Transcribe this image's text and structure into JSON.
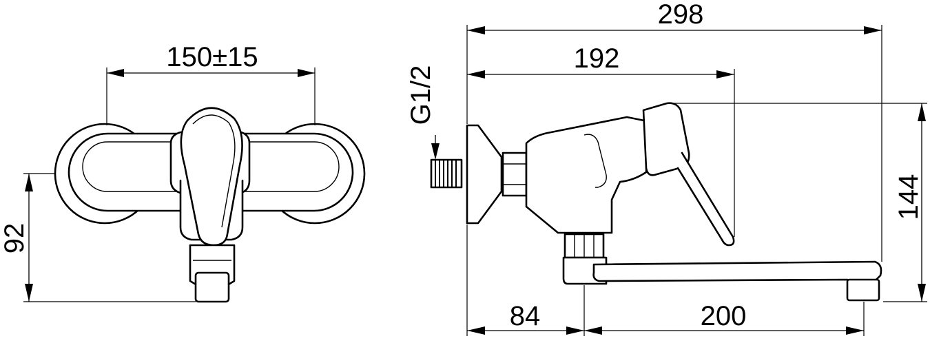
{
  "dimensions": {
    "front_width": "150±15",
    "front_height": "92",
    "overall_length": "298",
    "lever_reach": "192",
    "overall_height": "144",
    "wall_to_spout": "84",
    "spout_length": "200",
    "thread_size": "G1/2"
  }
}
